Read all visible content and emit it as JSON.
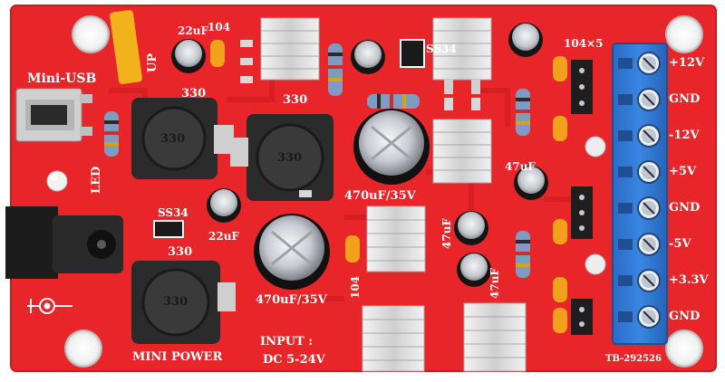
{
  "colors": {
    "pcb": "#e8262a",
    "pcb_dark": "#b81418",
    "silkscreen": "#ffffff",
    "terminal_block": "#2f78d6",
    "inductor": "#2b2b2b",
    "heatsink": "#d9d9d9",
    "capacitor_body": "#1a1a1a",
    "capacitor_top": "#c9cbd0",
    "film_capacitor": "#f2a11c"
  },
  "labels": {
    "mini_usb": "Mini-USB",
    "led": "LED",
    "cap_22uf": "22uF",
    "cap_22uf_2": "22uF",
    "ind_330_top_left": "330",
    "ind_330_a": "330",
    "ind_330_b": "330",
    "ind_330_c": "330",
    "ind_330_label_mid": "330",
    "ind_330_label_bottom": "330",
    "cap_104_top": "104",
    "cap_104_mid": "104",
    "cap_104x5": "104×5",
    "ss34_top": "SS34",
    "ss34_mid": "SS34",
    "cap_470uf_35v_a": "470uF/35V",
    "cap_470uf_35v_b": "470uF/35V",
    "cap_47uf_a": "47uF",
    "cap_47uf_b": "47uF",
    "cap_47uf_c": "47uF",
    "mini_power": "MINI POWER",
    "input_title": "INPUT :",
    "input_range": "DC 5-24V",
    "board_id": "TB-292526",
    "upload": "UP"
  },
  "terminals": [
    {
      "label": "+12V"
    },
    {
      "label": "GND"
    },
    {
      "label": "-12V"
    },
    {
      "label": "+5V"
    },
    {
      "label": "GND"
    },
    {
      "label": "-5V"
    },
    {
      "label": "+3.3V"
    },
    {
      "label": "GND"
    }
  ]
}
